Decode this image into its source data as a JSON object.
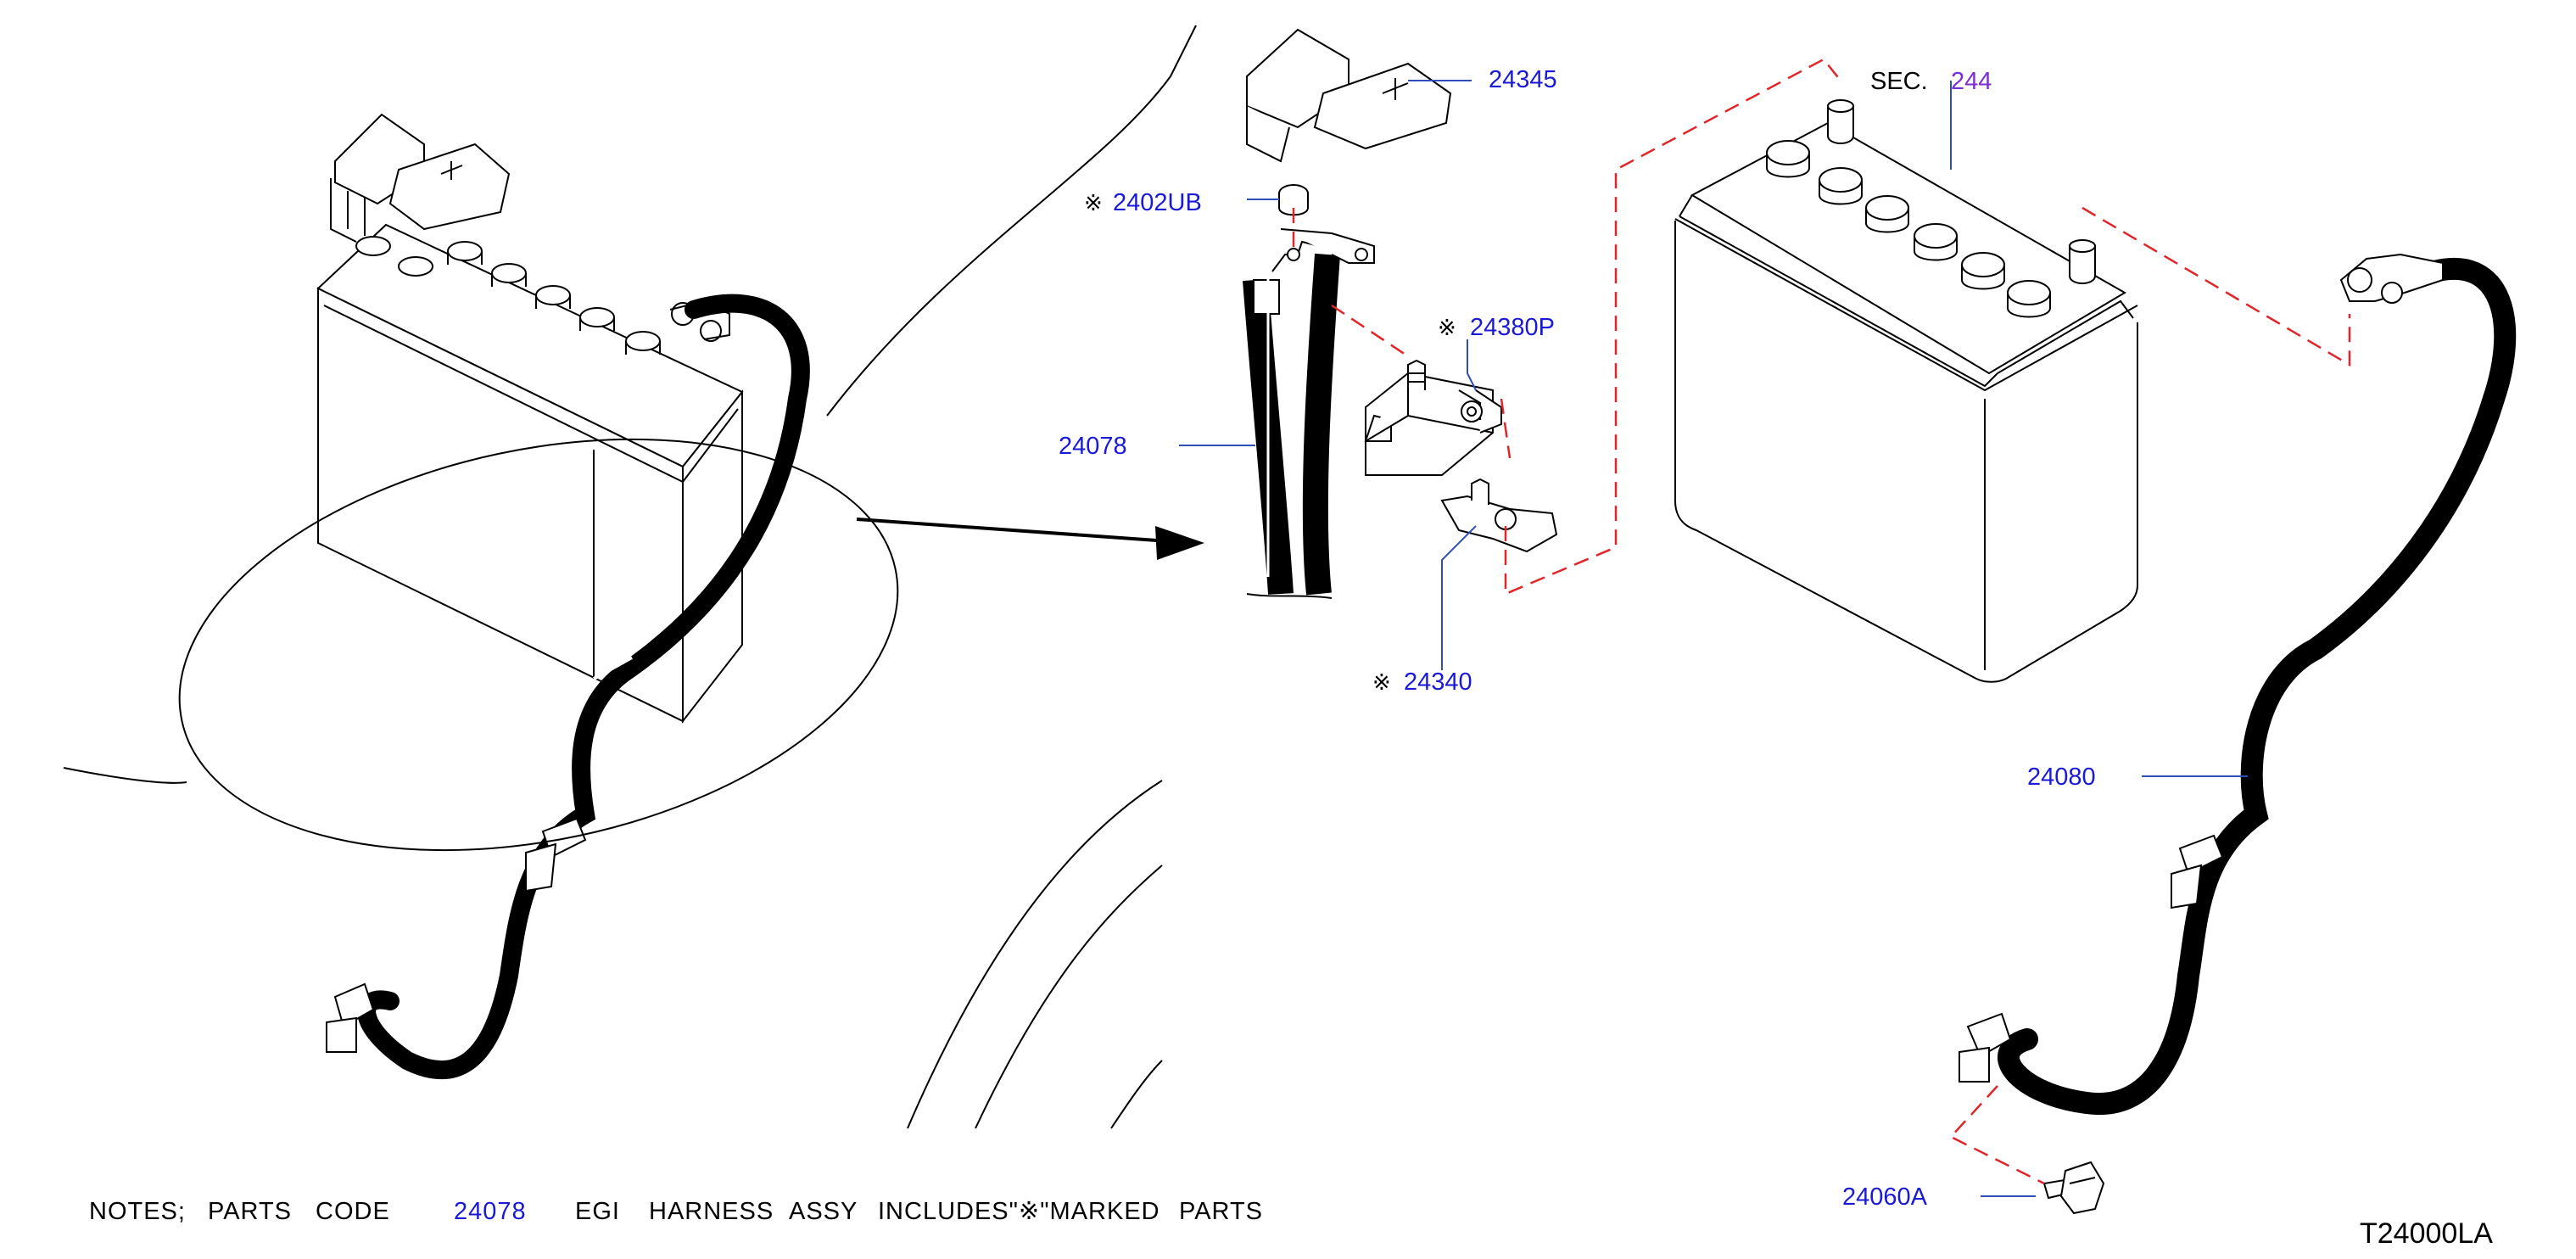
{
  "diagram_id": "T24000LA",
  "colors": {
    "part_code": "#1a1ad6",
    "section_ref": "#7a2fd0",
    "leader": "#2e4fb8",
    "dashed_guide": "#e0262b",
    "line": "#000000"
  },
  "callouts": {
    "p24345": "24345",
    "p2402ub": "2402UB",
    "p24380p": "24380P",
    "p24078": "24078",
    "p24340": "24340",
    "sec_prefix": "SEC.",
    "sec_number": "244",
    "p24080": "24080",
    "p24060a": "24060A"
  },
  "marker_symbol": "※",
  "notes": {
    "prefix": "NOTES;",
    "parts": "PARTS",
    "code": "CODE",
    "code_value": "24078",
    "egi": "EGI",
    "harness": "HARNESS",
    "assy": "ASSY",
    "includes": "INCLUDES\"※\"MARKED",
    "parts2": "PARTS"
  }
}
